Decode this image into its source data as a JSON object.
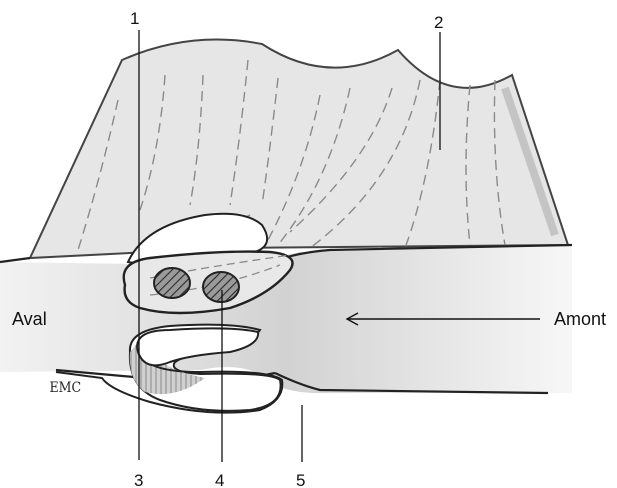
{
  "labels": {
    "n1": "1",
    "n2": "2",
    "n3": "3",
    "n4": "4",
    "n5": "5",
    "aval": "Aval",
    "amont": "Amont"
  },
  "logo": "EMC",
  "colors": {
    "tissue": "#e4e4e4",
    "outline": "#222222",
    "dashes": "#8a8a8a",
    "vessel": "#5a5a5a"
  }
}
